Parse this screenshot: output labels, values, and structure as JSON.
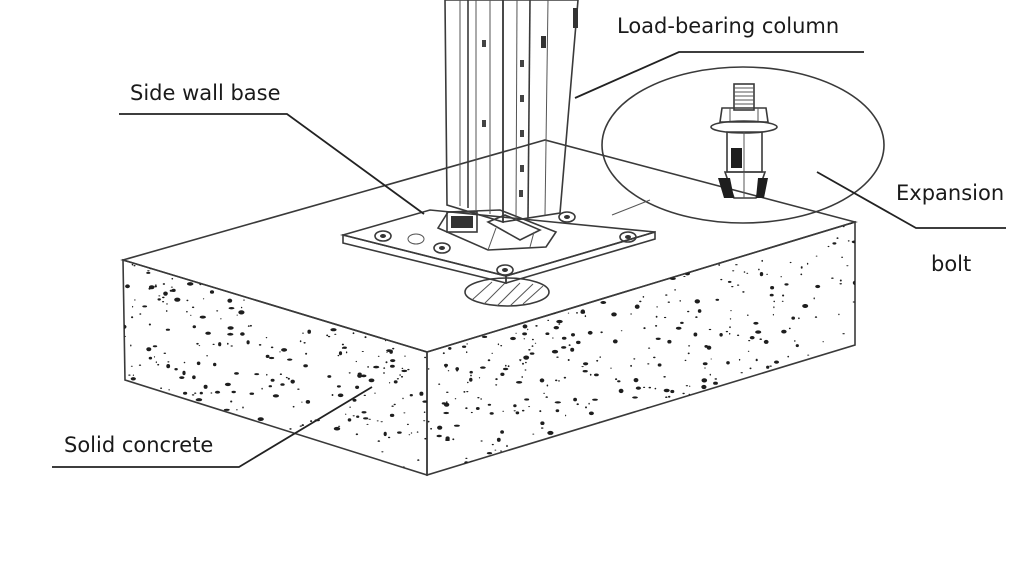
{
  "labels": {
    "column": "Load-bearing column",
    "side_wall_base": "Side wall base",
    "expansion_line1": "Expansion",
    "expansion_line2": "bolt",
    "concrete": "Solid concrete"
  },
  "colors": {
    "line": "#3a3a3a",
    "speckle": "#1e1e1e",
    "background": "#ffffff"
  }
}
